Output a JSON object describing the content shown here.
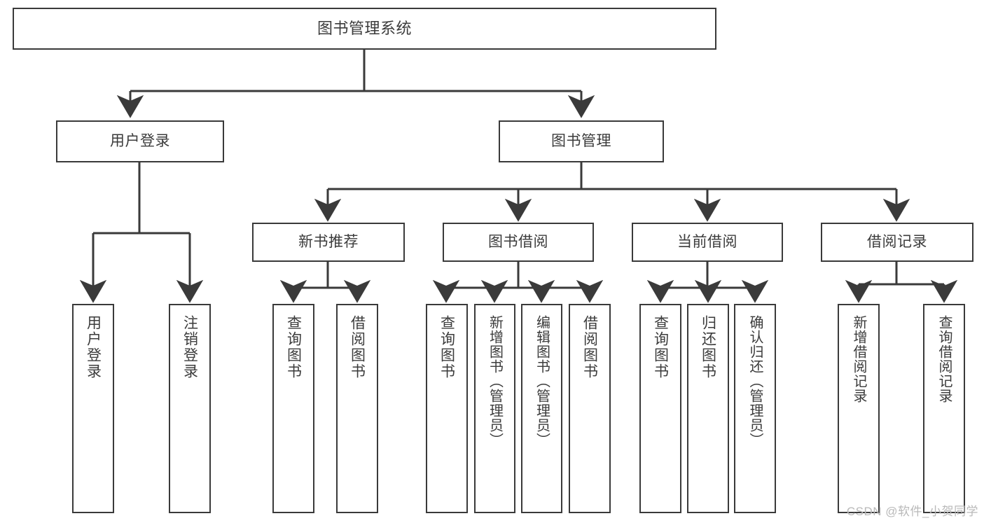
{
  "diagram": {
    "title": "图书管理系统",
    "type": "tree",
    "colors": {
      "node_border": "#3a3a3a",
      "node_fill": "#ffffff",
      "text": "#3b3b3b",
      "edge": "#3a3a3a",
      "watermark": "#b9b9b9",
      "background": "#ffffff"
    },
    "root": {
      "id": "root",
      "label": "图书管理系统"
    },
    "level1": [
      {
        "id": "n_user_login",
        "label": "用户登录"
      },
      {
        "id": "n_book_mgmt",
        "label": "图书管理"
      }
    ],
    "level2": [
      {
        "id": "n_new_book_rec",
        "label": "新书推荐",
        "parent": "n_book_mgmt"
      },
      {
        "id": "n_book_borrow",
        "label": "图书借阅",
        "parent": "n_book_mgmt"
      },
      {
        "id": "n_current_borrow",
        "label": "当前借阅",
        "parent": "n_book_mgmt"
      },
      {
        "id": "n_borrow_record",
        "label": "借阅记录",
        "parent": "n_book_mgmt"
      }
    ],
    "leaves": [
      {
        "id": "l_user_login",
        "label": "用户登录",
        "parent": "n_user_login"
      },
      {
        "id": "l_user_logout",
        "label": "注销登录",
        "parent": "n_user_login"
      },
      {
        "id": "l_query_book_1",
        "label": "查询图书",
        "parent": "n_new_book_rec"
      },
      {
        "id": "l_borrow_book_1",
        "label": "借阅图书",
        "parent": "n_new_book_rec"
      },
      {
        "id": "l_query_book_2",
        "label": "查询图书",
        "parent": "n_book_borrow"
      },
      {
        "id": "l_add_book",
        "label": "新增图书（管理员）",
        "parent": "n_book_borrow"
      },
      {
        "id": "l_edit_book",
        "label": "编辑图书（管理员）",
        "parent": "n_book_borrow"
      },
      {
        "id": "l_borrow_book_2",
        "label": "借阅图书",
        "parent": "n_book_borrow"
      },
      {
        "id": "l_query_book_3",
        "label": "查询图书",
        "parent": "n_current_borrow"
      },
      {
        "id": "l_return_book",
        "label": "归还图书",
        "parent": "n_current_borrow"
      },
      {
        "id": "l_confirm_ret",
        "label": "确认归还（管理员）",
        "parent": "n_current_borrow"
      },
      {
        "id": "l_add_record",
        "label": "新增借阅记录",
        "parent": "n_borrow_record"
      },
      {
        "id": "l_query_record",
        "label": "查询借阅记录",
        "parent": "n_borrow_record"
      }
    ],
    "watermark": "CSDN @软件_小贺同学"
  }
}
